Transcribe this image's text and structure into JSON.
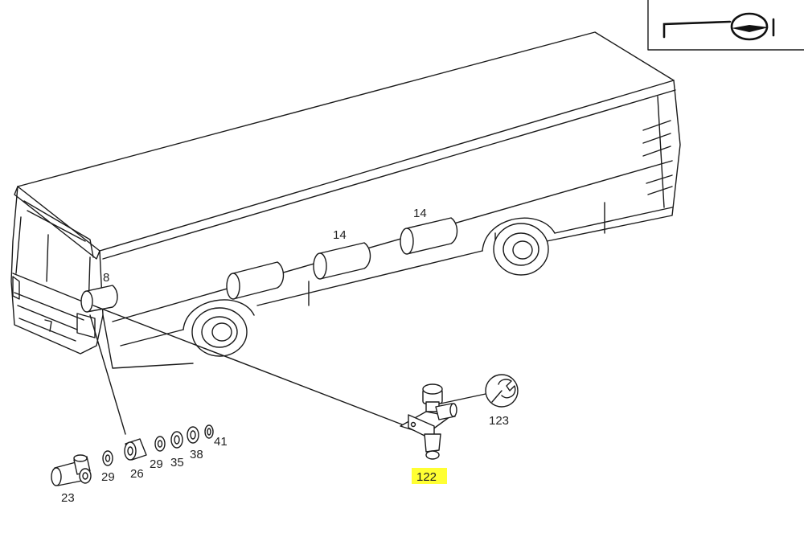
{
  "colors": {
    "line": "#1a1a1a",
    "highlight": "#ffff33",
    "background": "#ffffff"
  },
  "icons": {
    "corner_symbol": "steering-wheel-icon",
    "service_symbol": "wrench-icon"
  },
  "parts": {
    "p8": "8",
    "p14a": "14",
    "p14b": "14",
    "p23": "23",
    "p26": "26",
    "p29a": "29",
    "p29b": "29",
    "p35": "35",
    "p38": "38",
    "p41": "41",
    "p122": "122",
    "p123": "123"
  },
  "highlighted_part": "122"
}
